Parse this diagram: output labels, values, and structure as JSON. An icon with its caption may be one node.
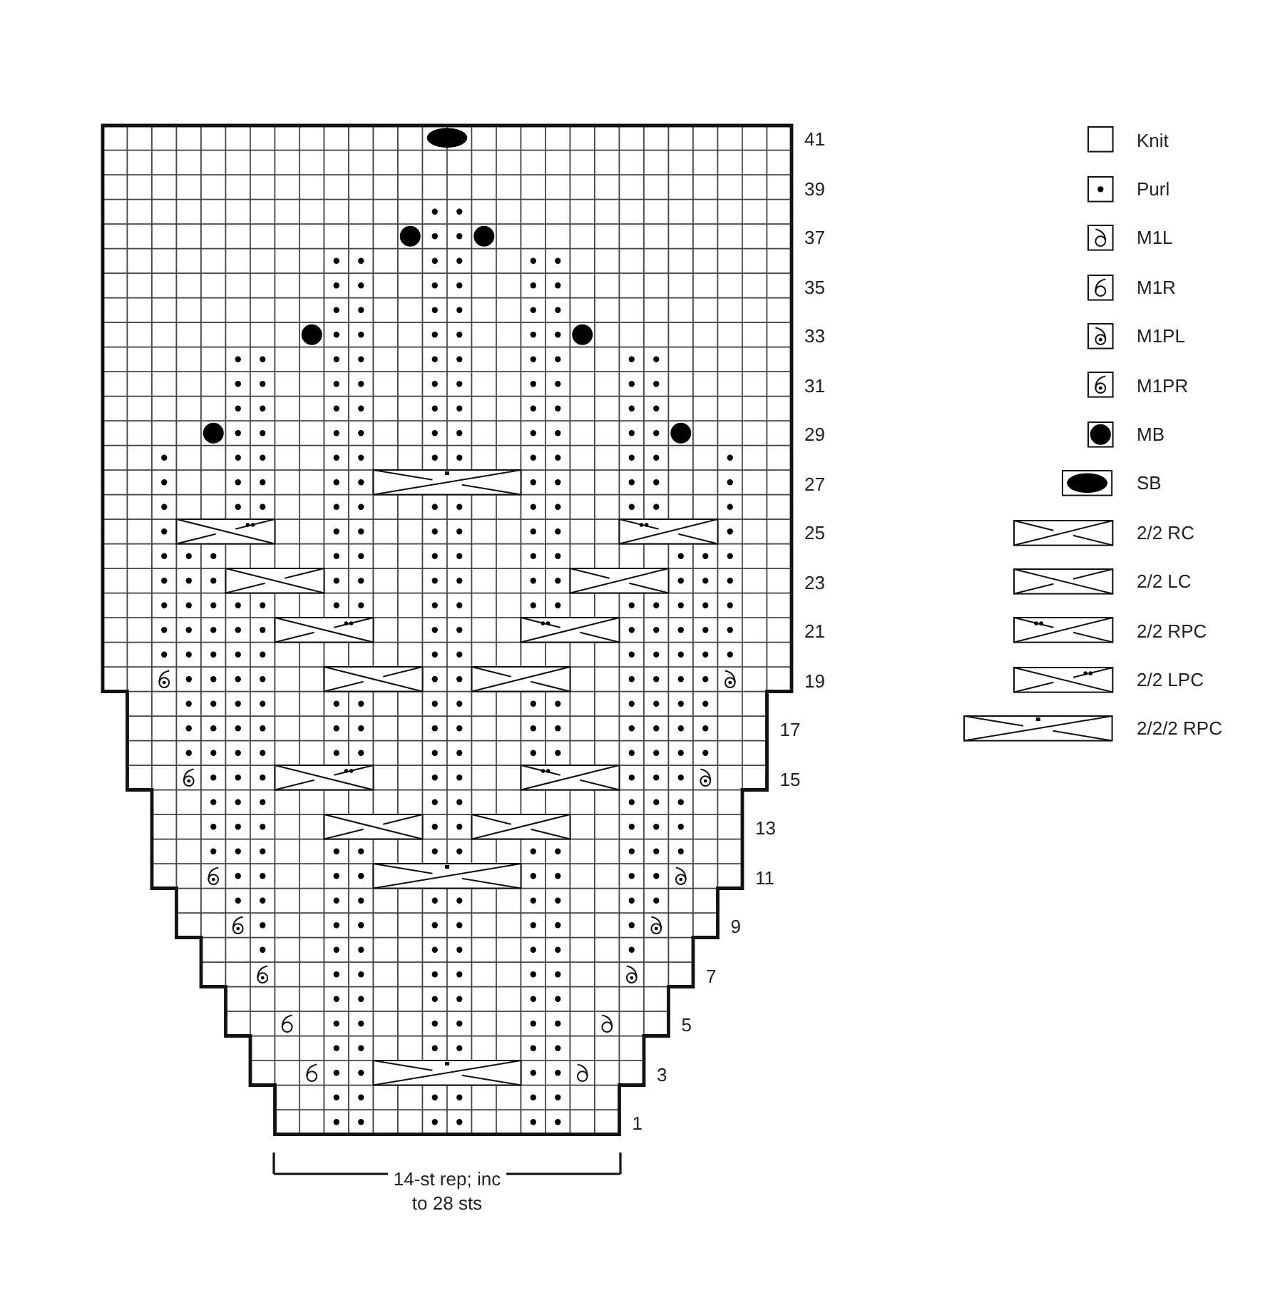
{
  "diagram": {
    "labels": [
      "41",
      "39",
      "37",
      "35",
      "33",
      "31",
      "29",
      "27",
      "25",
      "23",
      "21",
      "19",
      "17",
      "15",
      "13",
      "11",
      "9",
      "7",
      "5",
      "3",
      "1",
      "14-st rep; inc to 28 sts"
    ],
    "legend": [
      {
        "text": "Knit"
      },
      {
        "text": "Purl"
      },
      {
        "text": "M1L"
      },
      {
        "text": "M1R"
      },
      {
        "text": "M1PL"
      },
      {
        "text": "M1PR"
      },
      {
        "text": "MB"
      },
      {
        "text": "SB"
      },
      {
        "text": "2/2 RC"
      },
      {
        "text": "2/2 LC"
      },
      {
        "text": "2/2 RPC"
      },
      {
        "text": "2/2 LPC"
      },
      {
        "text": "2/2/2 RPC"
      }
    ]
  }
}
